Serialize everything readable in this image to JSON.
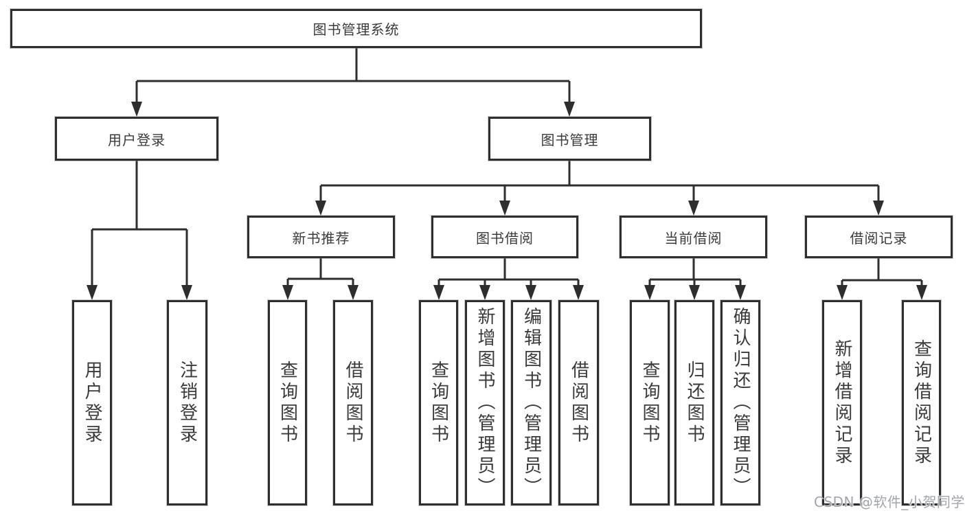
{
  "diagram_type": "hierarchy-tree",
  "colors": {
    "line": "#2e2e2e",
    "box_border": "#2e2e2e",
    "text": "#3a3a3a",
    "background": "#ffffff",
    "watermark": "#9ea0a8"
  },
  "tree": {
    "root": {
      "label": "图书管理系统",
      "children": [
        {
          "label": "用户登录",
          "children": [
            {
              "label": "用户登录"
            },
            {
              "label": "注销登录"
            }
          ]
        },
        {
          "label": "图书管理",
          "children": [
            {
              "label": "新书推荐",
              "children": [
                {
                  "label": "查询图书"
                },
                {
                  "label": "借阅图书"
                }
              ]
            },
            {
              "label": "图书借阅",
              "children": [
                {
                  "label": "查询图书"
                },
                {
                  "label": "新增图书（管理员）"
                },
                {
                  "label": "编辑图书（管理员）"
                },
                {
                  "label": "借阅图书"
                }
              ]
            },
            {
              "label": "当前借阅",
              "children": [
                {
                  "label": "查询图书"
                },
                {
                  "label": "归还图书"
                },
                {
                  "label": "确认归还（管理员）"
                }
              ]
            },
            {
              "label": "借阅记录",
              "children": [
                {
                  "label": "新增借阅记录"
                },
                {
                  "label": "查询借阅记录"
                }
              ]
            }
          ]
        }
      ]
    }
  },
  "watermark": {
    "text": "CSDN @软件_小贺同学"
  }
}
